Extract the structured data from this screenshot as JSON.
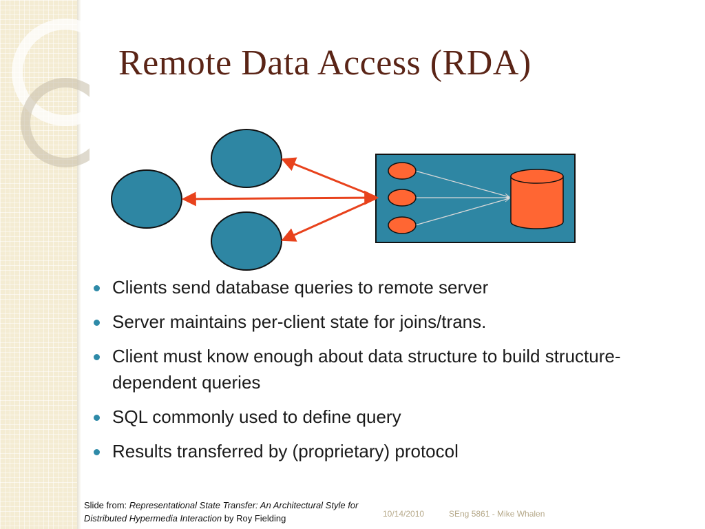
{
  "slide": {
    "title": "Remote Data Access (RDA)"
  },
  "bullets": [
    "Clients send database queries to remote server",
    "Server maintains per-client state for joins/trans.",
    "Client must know enough about data structure to build structure-dependent queries",
    "SQL commonly used to define query",
    "Results transferred by (proprietary) protocol"
  ],
  "credit": {
    "prefix": "Slide from: ",
    "work": "Representational State Transfer: An Architectural Style for Distributed Hypermedia Interaction",
    "suffix": " by Roy Fielding"
  },
  "footer": {
    "date": "10/14/2010",
    "course": "SEng 5861 - Mike Whalen"
  },
  "colors": {
    "title": "#5a2416",
    "client_node": "#2e86a3",
    "server_box": "#2e86a3",
    "connection": "#e8421c",
    "process_node": "#ff6633",
    "database": "#ff6633",
    "bullet": "#2e8aa8"
  }
}
